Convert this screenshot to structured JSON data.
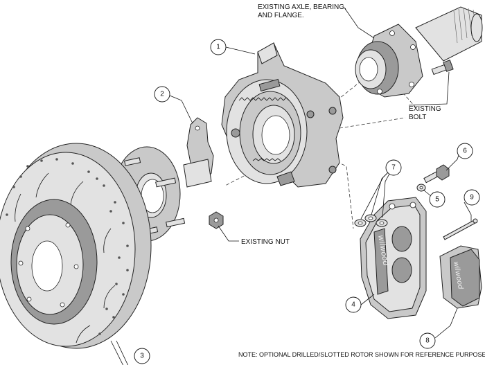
{
  "labels": {
    "axle": [
      "EXISTING AXLE, BEARING,",
      "AND FLANGE."
    ],
    "bolt": [
      "EXISTING",
      "BOLT"
    ],
    "nut": "EXISTING NUT",
    "note": "NOTE: OPTIONAL DRILLED/SLOTTED ROTOR SHOWN FOR REFERENCE PURPOSES"
  },
  "callouts": [
    "1",
    "2",
    "3",
    "4",
    "5",
    "6",
    "7",
    "8",
    "9"
  ]
}
